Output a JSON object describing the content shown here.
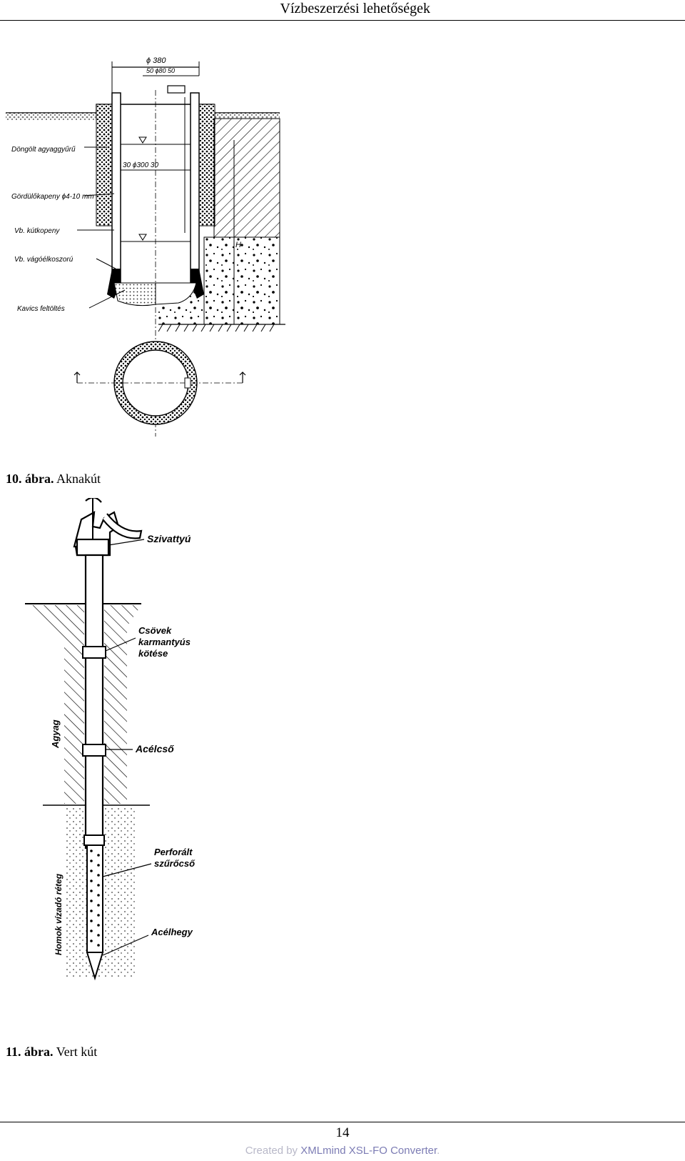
{
  "header": {
    "title": "Vízbeszerzési lehetőségek"
  },
  "figure10": {
    "dimensions": {
      "outer": "ϕ 380",
      "parts": "50  ϕ80  50",
      "inner": "30   ϕ300   30",
      "height": "H"
    },
    "labels": [
      "Döngölt agyaggyűrű",
      "Gördülőkapeny ϕ4-10 mm",
      "Vb. kútkopeny",
      "Vb. vágóélkoszorú",
      "Kavics feltöltés"
    ],
    "caption_num": "10. ábra.",
    "caption_text": "Aknakút"
  },
  "figure11": {
    "labels": [
      "Szivattyú",
      "Csövek",
      "karmantyús",
      "kötése",
      "Acélcső",
      "Perforált",
      "szűrőcső",
      "Acélhegy"
    ],
    "side_labels": [
      "Agyag",
      "Homok vízadó réteg"
    ],
    "caption_num": "11. ábra.",
    "caption_text": "Vert kút"
  },
  "footer": {
    "page_number": "14",
    "credit_prefix": "Created by ",
    "credit_brand": "XMLmind XSL-FO Converter",
    "credit_suffix": "."
  }
}
